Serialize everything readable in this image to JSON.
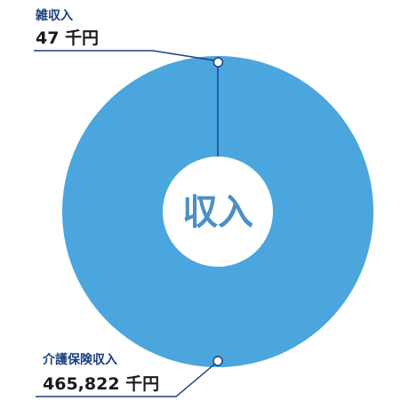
{
  "chart_data": {
    "type": "pie",
    "title": "",
    "center_label": "収入",
    "unit": "千円",
    "categories": [
      "雑収入",
      "介護保険収入"
    ],
    "values": [
      47,
      465822
    ],
    "value_labels": [
      "47 千円",
      "465,822 千円"
    ],
    "legend": "none"
  },
  "colors": {
    "ring": "#4aa6dc",
    "label_name": "#1a3e80",
    "label_value": "#1a1a1a",
    "leader": "#1a3e80",
    "center_text": "#4a8fc6",
    "separator": "#1a5fb5"
  }
}
